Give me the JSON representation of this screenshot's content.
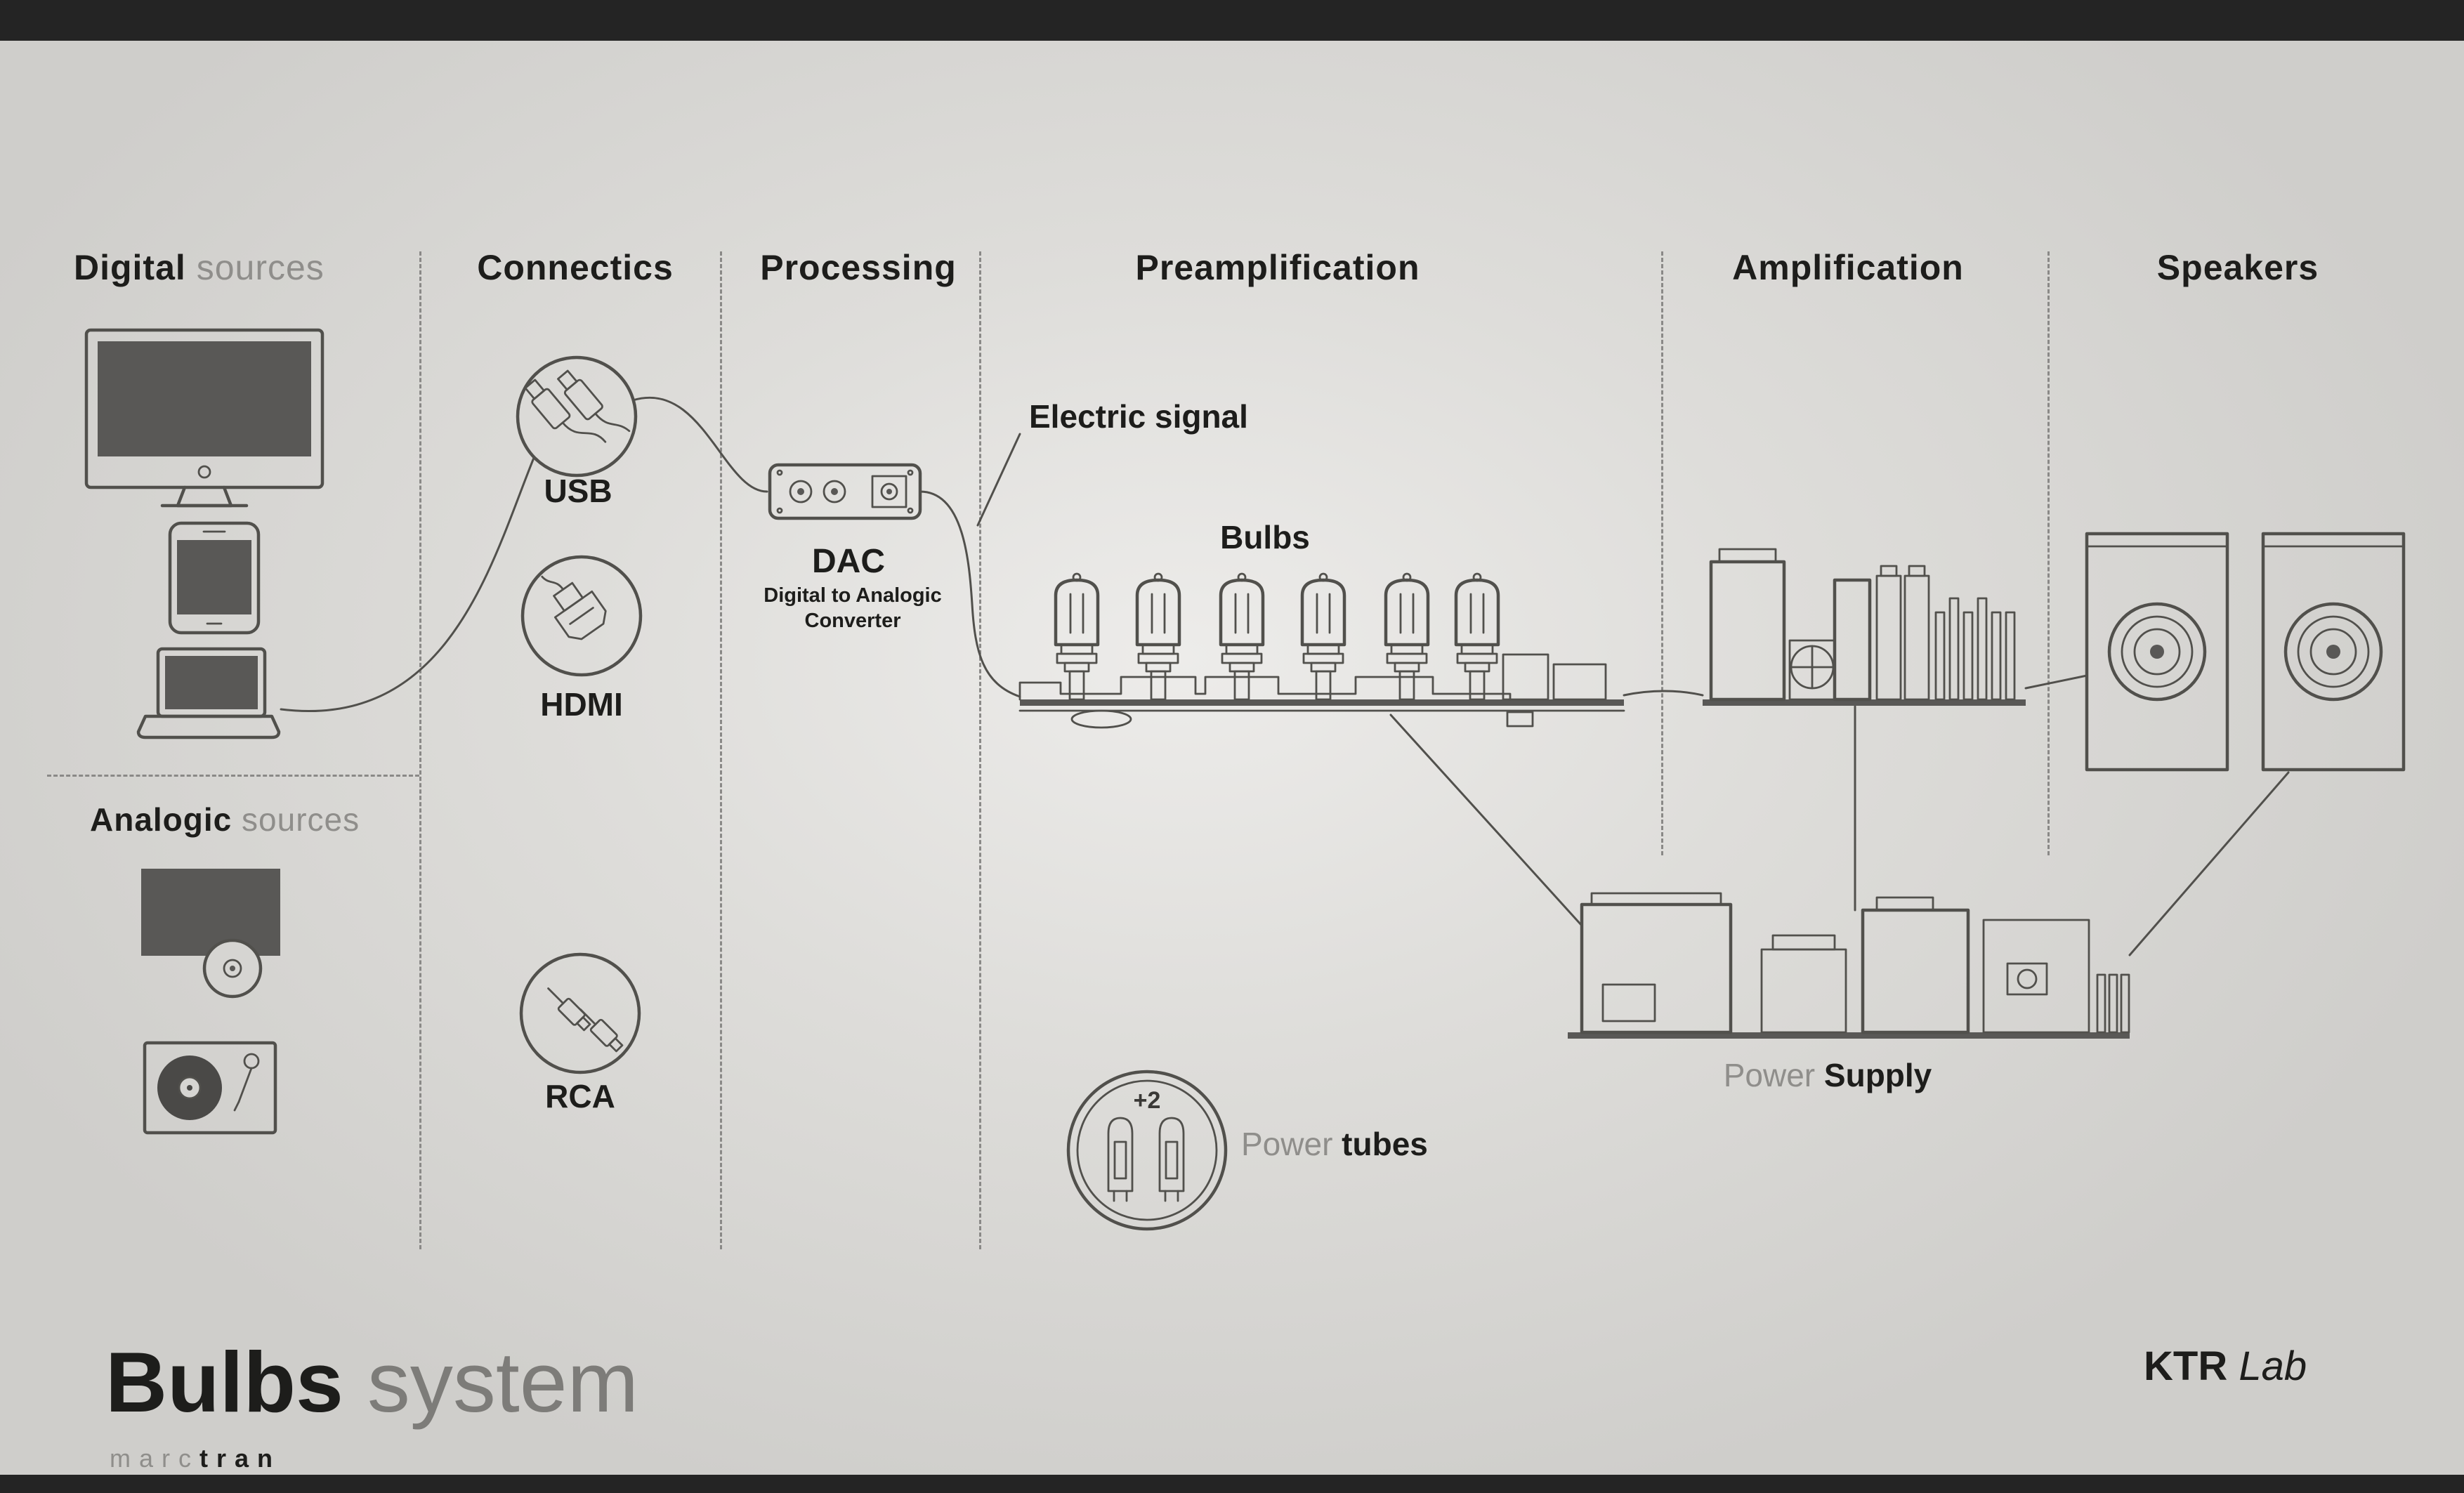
{
  "colors": {
    "background": "#dedddb",
    "ink": "#1d1d1b",
    "muted": "#8f8e8b",
    "line": "#51504c",
    "dark_fill": "#595856",
    "bar": "#242424"
  },
  "columns": [
    {
      "bold": "Digital",
      "light": "sources"
    },
    {
      "bold": "Connectics",
      "light": ""
    },
    {
      "bold": "Processing",
      "light": ""
    },
    {
      "bold": "Preamplification",
      "light": ""
    },
    {
      "bold": "Amplification",
      "light": ""
    },
    {
      "bold": "Speakers",
      "light": ""
    }
  ],
  "sections": {
    "analogic": {
      "bold": "Analogic",
      "light": "sources"
    }
  },
  "labels": {
    "usb": "USB",
    "hdmi": "HDMI",
    "rca": "RCA",
    "dac": "DAC",
    "dac_sub_line1": "Digital to Analogic",
    "dac_sub_line2": "Converter",
    "electric_signal": "Electric signal",
    "bulbs": "Bulbs",
    "power_tubes_plus": "+2",
    "power_tubes_light": "Power",
    "power_tubes_bold": "tubes",
    "power_supply_light": "Power",
    "power_supply_bold": "Supply"
  },
  "footer": {
    "title_bold": "Bulbs",
    "title_light": "system",
    "brand_light": "marc",
    "brand_bold": "tran",
    "lab_bold": "KTR",
    "lab_italic": "Lab"
  },
  "icons": [
    "tv-icon",
    "smartphone-icon",
    "laptop-icon",
    "cd-player-icon",
    "turntable-icon",
    "usb-cable-icon",
    "hdmi-cable-icon",
    "rca-cable-icon",
    "dac-device-icon",
    "tube-preamp-board-icon",
    "amplifier-components-icon",
    "speaker-icon",
    "power-supply-icon",
    "power-tubes-badge-icon",
    "signal-wire"
  ]
}
